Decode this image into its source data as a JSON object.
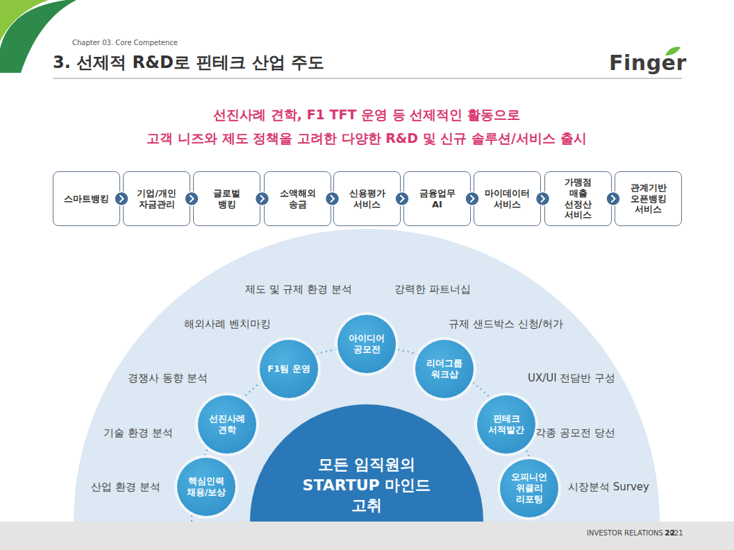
{
  "diagram": {
    "title": "3. 선제적 R&D로 핀테크 산업 주도",
    "nodes": [
      {
        "text": [
          "스마트뱅킹"
        ]
      },
      {
        "text": [
          "기업/개인 자금관리"
        ]
      },
      {
        "text": [
          "글로벌 뱅킹"
        ]
      },
      {
        "text": [
          "소액해외 송금"
        ]
      },
      {
        "text": [
          "신용평가 서비스"
        ]
      },
      {
        "text": [
          "금융업무 AI"
        ]
      },
      {
        "text": [
          "마이데이터 서비스"
        ]
      },
      {
        "text": [
          "가맹점 매출 선정산 서비스"
        ]
      },
      {
        "text": [
          "관계기반 오픈뱅킹 서비스"
        ]
      },
      {
        "text": [
          "핵심인력 채용/보상"
        ]
      },
      {
        "text": [
          "선진사례 견학"
        ]
      },
      {
        "text": [
          "F1팀 운영"
        ]
      },
      {
        "text": [
          "아이디어 공모전"
        ]
      },
      {
        "text": [
          "리더그룹 워크샵"
        ]
      },
      {
        "text": [
          "핀테크 서적발간"
        ]
      },
      {
        "text": [
          "오피니언 위클리 리포팅"
        ]
      },
      {
        "text": [
          "모든 임직원의 STARTUP 마인드 고취"
        ]
      }
    ],
    "edges": [
      {
        "from": 0,
        "to": 1,
        "arrow": "to"
      },
      {
        "from": 1,
        "to": 2,
        "arrow": "to"
      },
      {
        "from": 2,
        "to": 3,
        "arrow": "to"
      },
      {
        "from": 3,
        "to": 4,
        "arrow": "to"
      },
      {
        "from": 4,
        "to": 5,
        "arrow": "to"
      },
      {
        "from": 5,
        "to": 6,
        "arrow": "to"
      },
      {
        "from": 6,
        "to": 7,
        "arrow": "to"
      },
      {
        "from": 7,
        "to": 8,
        "arrow": "to"
      }
    ],
    "labels": [
      "Chapter 03. Core Competence",
      "Finger",
      "선진사례 견학, F1 TFT 운영 등 선제적인 활동으로",
      "고객 니즈와 제도 정책을 고려한 다양한 R&D 및 신규 솔루션/서비스 출시",
      "제도 및 규제 환경 분석",
      "강력한 파트너십",
      "해외사례 벤치마킹",
      "규제 샌드박스 신청/허가",
      "경쟁사 동향 분석",
      "UX/UI 전담반 구성",
      "기술 환경 분석",
      "각종 공모전 당선",
      "산업 환경 분석",
      "시장분석 Survey",
      "INVESTOR RELATIONS 2021",
      "22"
    ]
  }
}
